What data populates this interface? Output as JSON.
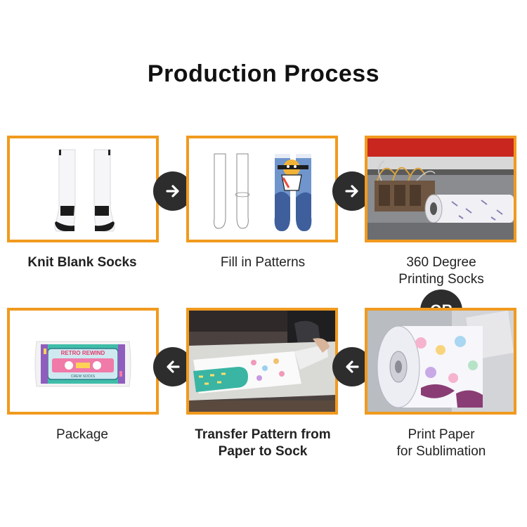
{
  "title": "Production Process",
  "steps": [
    {
      "label": "Knit Blank Socks"
    },
    {
      "label": "Fill in Patterns"
    },
    {
      "label_lines": [
        "360 Degree",
        "Printing Socks"
      ]
    },
    {
      "label_lines": [
        "Print Paper",
        "for Sublimation"
      ]
    },
    {
      "label_lines": [
        "Transfer Pattern from",
        "Paper to Sock"
      ]
    },
    {
      "label": "Package"
    }
  ],
  "or_label": "OR",
  "package_art": {
    "title": "RETRO REWIND",
    "subtitle": "CREW SOCKS"
  },
  "colors": {
    "accent": "#f19a1e",
    "arrow_bg": "#2d2d2d",
    "text": "#222222"
  },
  "arrow_icons": [
    "arrow-right-icon",
    "arrow-right-icon",
    "arrow-left-icon",
    "arrow-left-icon"
  ]
}
